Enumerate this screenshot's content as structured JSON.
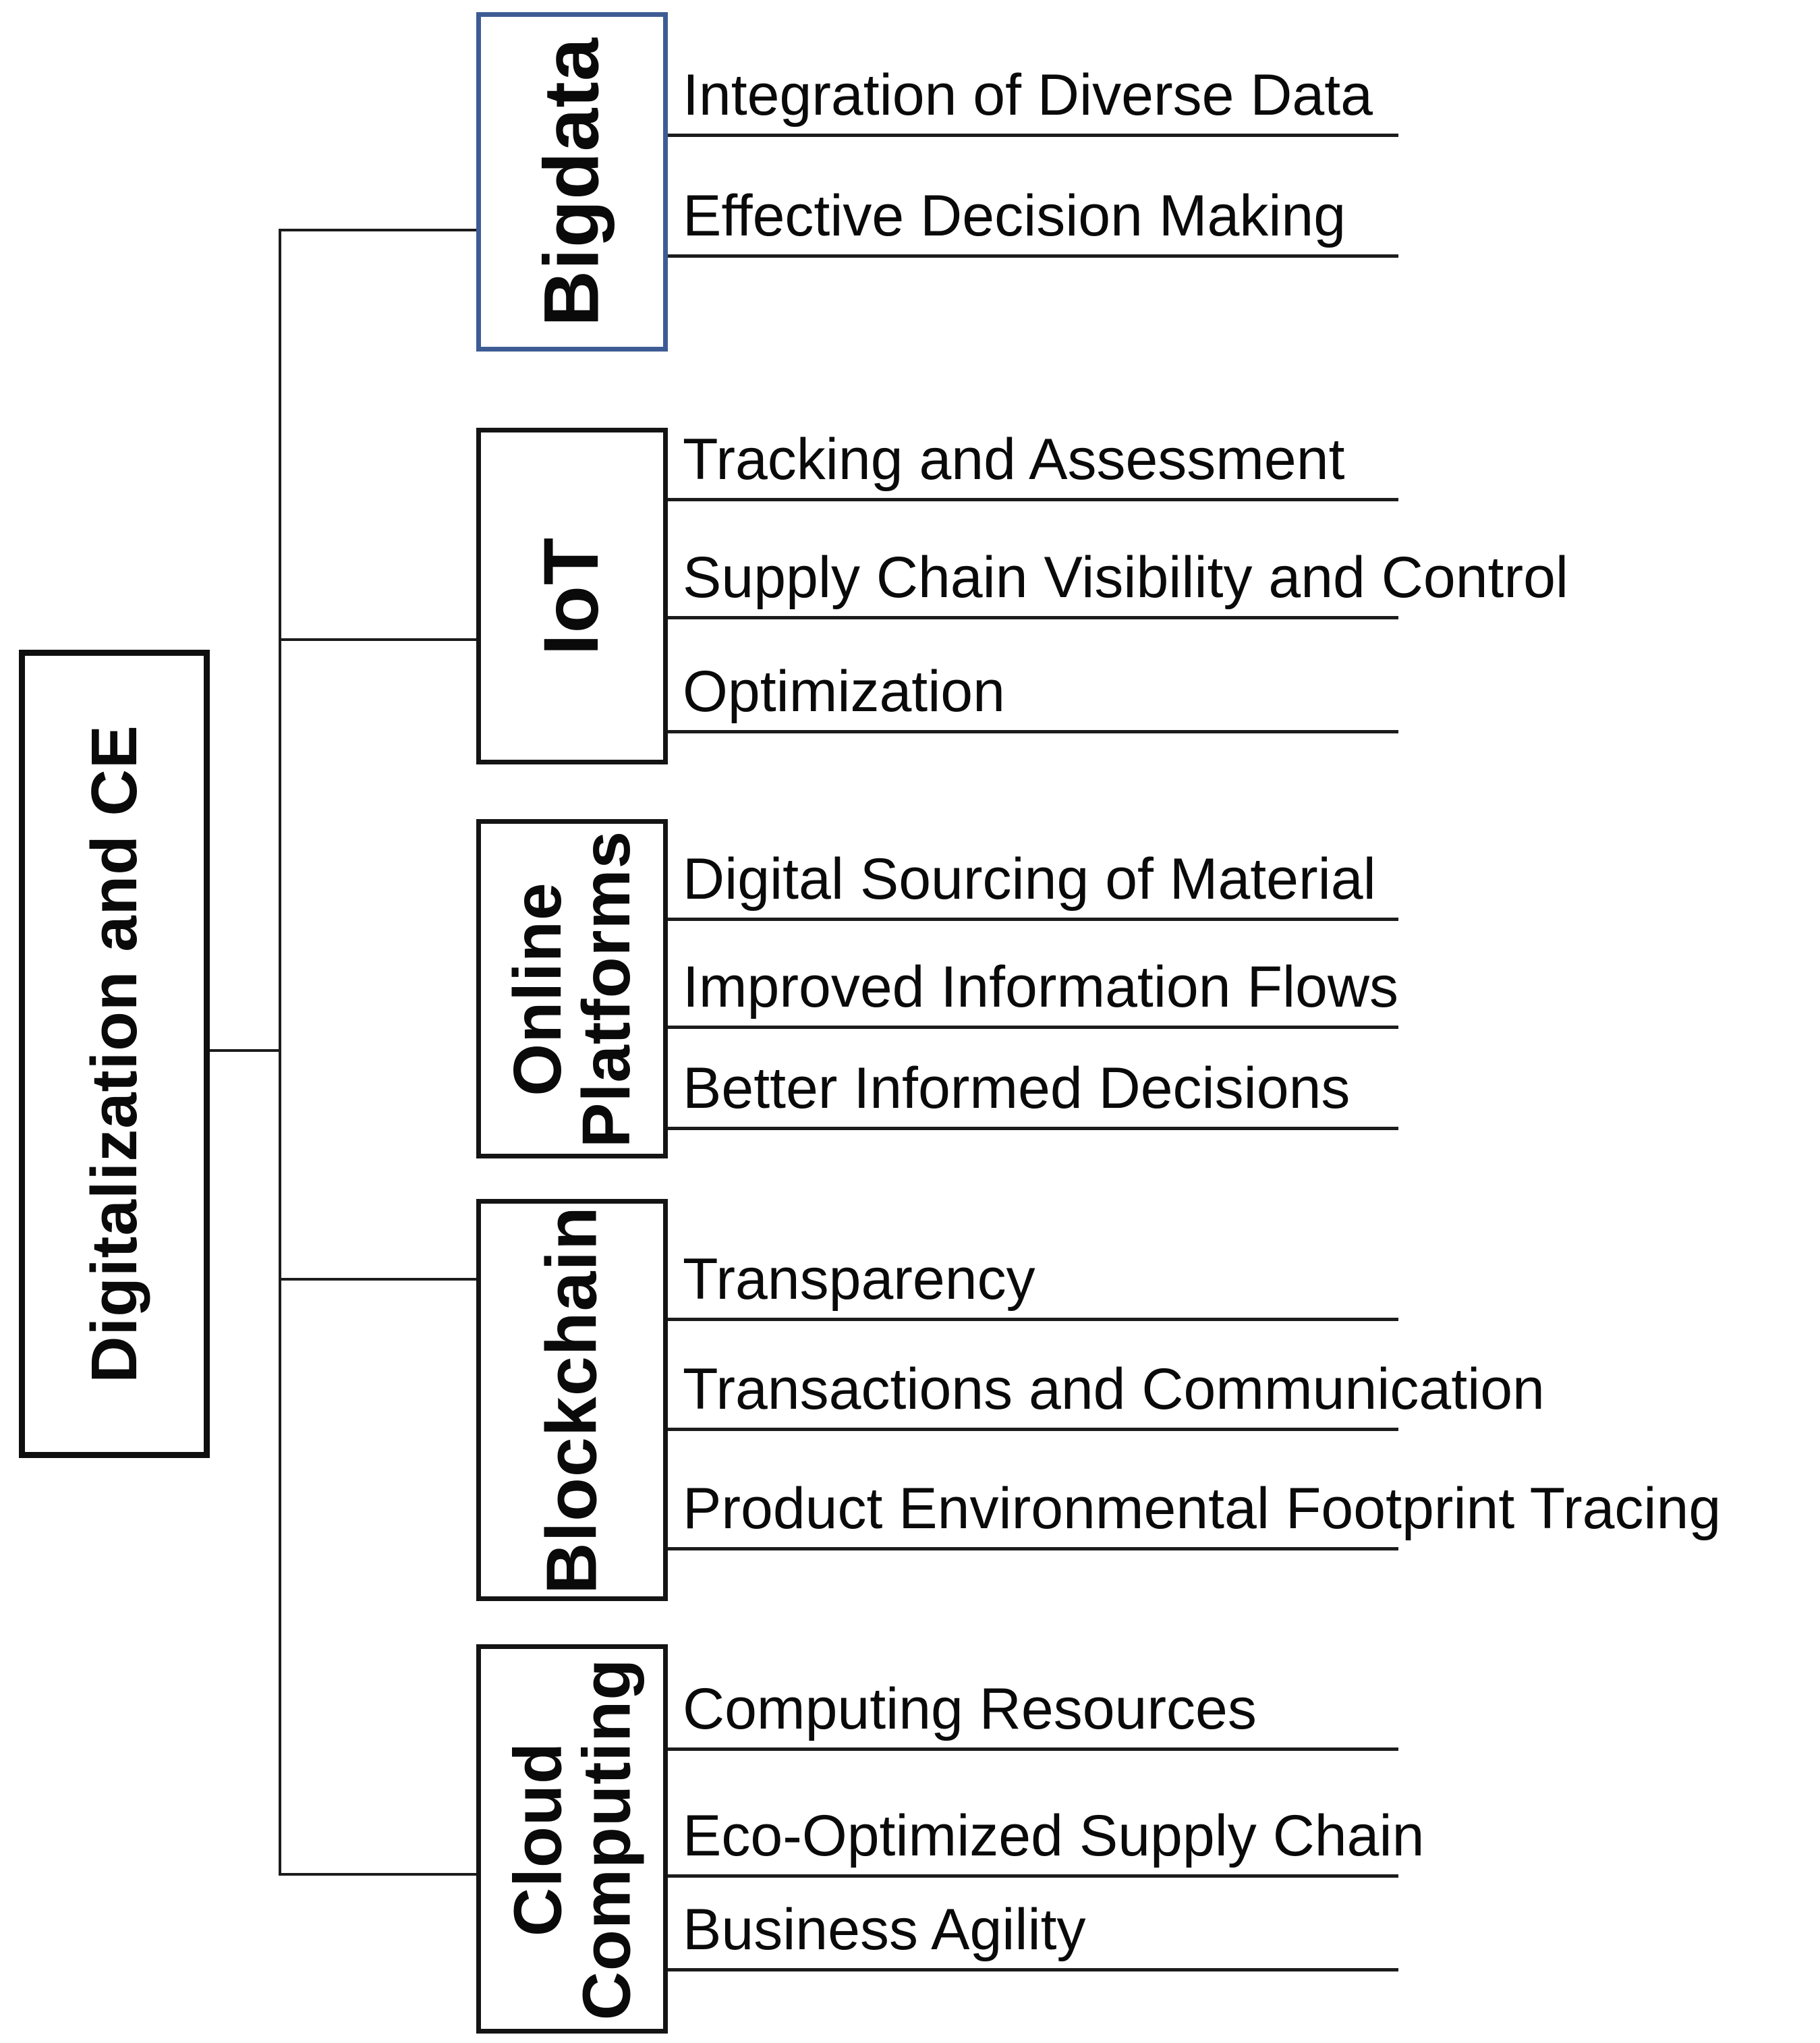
{
  "figure": {
    "root_label": "Digitalization and CE"
  },
  "colors": {
    "line": "#1c1c1c",
    "default_box_border": "#141414",
    "bigdata_box_border": "#3e5c94",
    "background": "#ffffff",
    "text": "#0a0a0a"
  },
  "branches": [
    {
      "label_lines": [
        "Bigdata"
      ],
      "items": [
        "Integration of Diverse Data",
        "Effective Decision Making"
      ]
    },
    {
      "label_lines": [
        "IoT"
      ],
      "items": [
        "Tracking and Assessment",
        "Supply Chain Visibility and Control",
        "Optimization"
      ]
    },
    {
      "label_lines": [
        "Online",
        "Platforms"
      ],
      "items": [
        "Digital Sourcing of Material",
        "Improved Information Flows",
        "Better Informed Decisions"
      ]
    },
    {
      "label_lines": [
        "Blockchain"
      ],
      "items": [
        "Transparency",
        "Transactions and Communication",
        "Product Environmental Footprint Tracing"
      ]
    },
    {
      "label_lines": [
        "Cloud",
        "Computing"
      ],
      "items": [
        "Computing Resources",
        "Eco-Optimized Supply Chain",
        "Business Agility"
      ]
    }
  ]
}
